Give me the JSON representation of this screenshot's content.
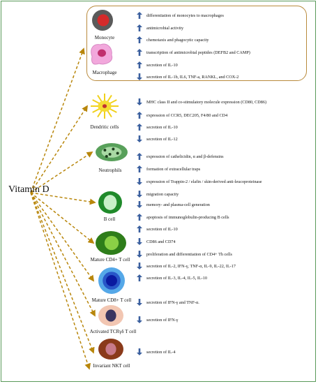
{
  "root": "Vitamin D",
  "colors": {
    "up_arrow": "#3a5f9e",
    "down_arrow": "#3a5f9e",
    "connector": "#b8860b",
    "box_border": "#b98a3c",
    "frame_border": "#5a9a5a"
  },
  "cells": [
    {
      "id": "monocyte",
      "label": "Monocyte",
      "icon": "monocyte-cell-icon"
    },
    {
      "id": "macrophage",
      "label": "Macrophage",
      "icon": "macrophage-cell-icon"
    },
    {
      "id": "dendritic",
      "label": "Dendritic cells",
      "icon": "dendritic-cell-icon"
    },
    {
      "id": "neutrophils",
      "label": "Neutrophils",
      "icon": "neutrophil-cell-icon"
    },
    {
      "id": "bcell",
      "label": "B cell",
      "icon": "b-cell-icon"
    },
    {
      "id": "cd4",
      "label": "Mature CD4+ T cell",
      "icon": "cd4-t-cell-icon"
    },
    {
      "id": "cd8",
      "label": "Mature CD8+ T cell",
      "icon": "cd8-t-cell-icon"
    },
    {
      "id": "tcrgd",
      "label": "Activated TCRγδ T cell",
      "icon": "tcr-gamma-delta-t-cell-icon"
    },
    {
      "id": "nkt",
      "label": "Invariant NKT cell",
      "icon": "nkt-cell-icon"
    }
  ],
  "effects": [
    {
      "group": "monocyte",
      "dir": "up",
      "text": "differentiation of monocytes to macrophages"
    },
    {
      "group": "monocyte",
      "dir": "up",
      "text": "antimicrobial activity"
    },
    {
      "group": "monocyte",
      "dir": "up",
      "text": "chemotaxis and phagocytic capacity"
    },
    {
      "group": "monocyte",
      "dir": "up",
      "text": "transcription of antimicrobial peptides (DEFB2 and CAMP)"
    },
    {
      "group": "monocyte",
      "dir": "up",
      "text": "secretion of IL-10"
    },
    {
      "group": "monocyte",
      "dir": "down",
      "text": "secretion of IL-1b, IL6, TNF-a, RANKL, and COX-2"
    },
    {
      "group": "dendritic",
      "dir": "down",
      "text": "MHC class II and co-stimulatory molecule expression (CD80, CD86)"
    },
    {
      "group": "dendritic",
      "dir": "up",
      "text": "expression of CCR5, DEC205, F4/80 and CD4"
    },
    {
      "group": "dendritic",
      "dir": "up",
      "text": "secretion of IL-10"
    },
    {
      "group": "dendritic",
      "dir": "down",
      "text": "secretion of IL-12"
    },
    {
      "group": "neutrophils",
      "dir": "up",
      "text": "expression of cathelicidin, α and β-defensins"
    },
    {
      "group": "neutrophils",
      "dir": "up",
      "text": "formation of extracellular traps"
    },
    {
      "group": "neutrophils",
      "dir": "down",
      "text": "expression of Trappin-2 / elafin / skin-derived anti-leucoproteinase"
    },
    {
      "group": "neutrophils",
      "dir": "down",
      "text": "migration capacity"
    },
    {
      "group": "bcell",
      "dir": "down",
      "text": "memory- and plasma-cell generation"
    },
    {
      "group": "bcell",
      "dir": "up",
      "text": "apoptosis of immunoglobulin-producing B cells"
    },
    {
      "group": "bcell",
      "dir": "up",
      "text": "secretion of IL-10"
    },
    {
      "group": "bcell",
      "dir": "down",
      "text": "CD86 and CD74"
    },
    {
      "group": "cd4",
      "dir": "down",
      "text": "proliferation and differentiation of CD4+ Th cells"
    },
    {
      "group": "cd4",
      "dir": "down",
      "text": "secretion of IL-2, IFN-γ, TNF-α, IL-9, IL-22, IL-17"
    },
    {
      "group": "cd4",
      "dir": "up",
      "text": "secretion of IL-3, IL-4, IL-5, IL-10"
    },
    {
      "group": "cd8",
      "dir": "down",
      "text": "secretion of IFN-γ and TNF-α."
    },
    {
      "group": "tcrgd",
      "dir": "down",
      "text": "secretion of IFN-γ"
    },
    {
      "group": "nkt",
      "dir": "down",
      "text": "secretion of IL-4"
    }
  ]
}
